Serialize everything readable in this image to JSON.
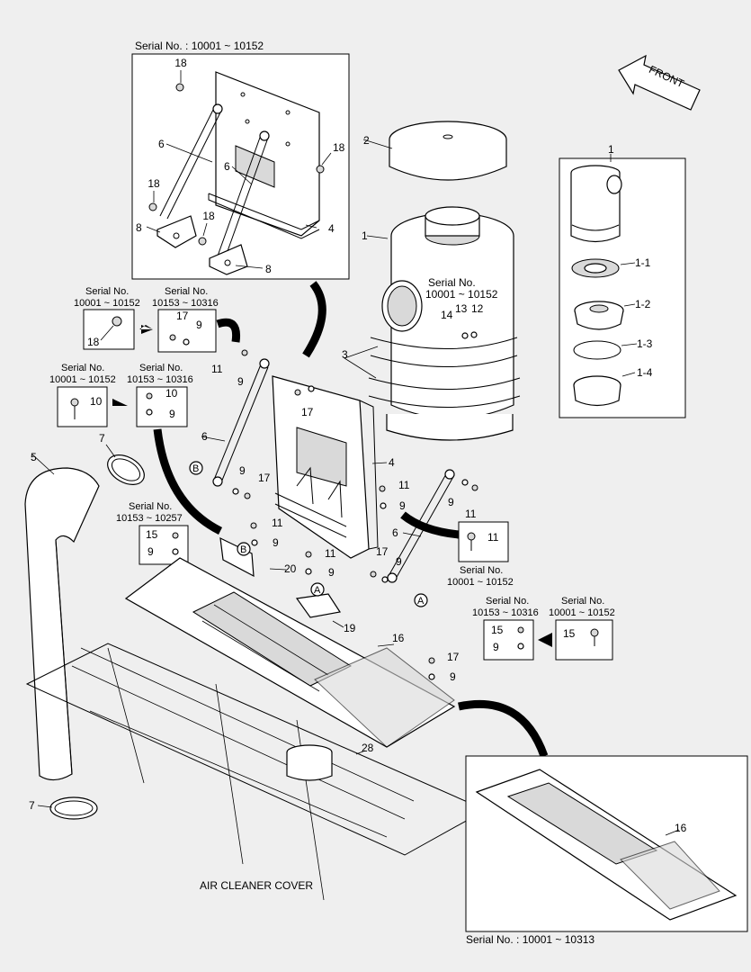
{
  "diagram": {
    "caption": "AIR CLEANER COVER",
    "front_label": "FRONT",
    "inset_top": {
      "serial": "Serial No. : 10001 ~ 10152"
    },
    "inset_bottom": {
      "serial": "Serial No. : 10001 ~ 10313"
    },
    "serial_callouts": {
      "air_cleaner": {
        "title": "Serial No.",
        "range": "10001 ~ 10152"
      },
      "old_18": {
        "title": "Serial No.",
        "range": "10001 ~ 10152"
      },
      "new_17_9": {
        "title": "Serial No.",
        "range": "10153 ~ 10316"
      },
      "old_10": {
        "title": "Serial No.",
        "range": "10001 ~ 10152"
      },
      "new_10_9": {
        "title": "Serial No.",
        "range": "10153 ~ 10316"
      },
      "mid_15_9": {
        "title": "Serial No.",
        "range": "10153 ~ 10257"
      },
      "right_11": {
        "title": "Serial No.",
        "range": "10001 ~ 10152"
      },
      "right_15_9": {
        "title": "Serial No.",
        "range": "10153 ~ 10316"
      },
      "right_15": {
        "title": "Serial No.",
        "range": "10001 ~ 10152"
      }
    },
    "part_numbers": {
      "p1": "1",
      "p1_1": "1-1",
      "p1_2": "1-2",
      "p1_3": "1-3",
      "p1_4": "1-4",
      "p2": "2",
      "p3": "3",
      "p4": "4",
      "p5": "5",
      "p6": "6",
      "p7": "7",
      "p8": "8",
      "p9": "9",
      "p10": "10",
      "p11": "11",
      "p12": "12",
      "p13": "13",
      "p14": "14",
      "p15": "15",
      "p16": "16",
      "p17": "17",
      "p18": "18",
      "p19": "19",
      "p20": "20",
      "p28": "28",
      "refA": "A",
      "refB": "B"
    }
  }
}
